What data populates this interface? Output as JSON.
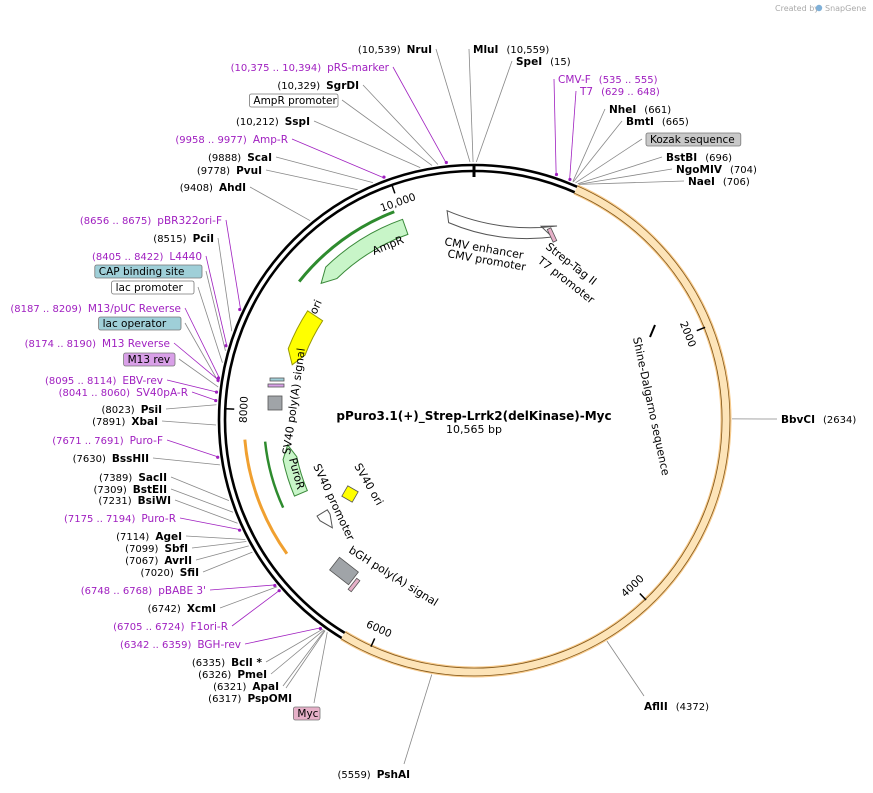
{
  "credit": {
    "prefix": "Created by",
    "brand": "SnapGene"
  },
  "plasmid": {
    "name": "pPuro3.1(+)_Strep-Lrrk2(delKinase)-Myc",
    "length_label": "10,565 bp",
    "length": 10565
  },
  "ticks": [
    "2000",
    "4000",
    "6000",
    "8000",
    "10,000"
  ],
  "colors": {
    "backbone": "#000000",
    "orf_fill": "#fde4b8",
    "orf_stroke": "#f0a030",
    "primer": "#a020c0",
    "ampr": "#c8f5c8",
    "ori": "#ffff00",
    "signal": "#a0a4a8",
    "box_teal": "#9fcfd8",
    "box_gray": "#c8c8c8",
    "box_pink": "#e6b0c8",
    "box_violet": "#d9a0e8"
  },
  "left_labels": [
    {
      "coord": "(10,539)",
      "name": "NruI",
      "kind": "enzyme"
    },
    {
      "coord": "(10,375 .. 10,394)",
      "name": "pRS-marker",
      "kind": "primer"
    },
    {
      "coord": "(10,329)",
      "name": "SgrDI",
      "kind": "enzyme"
    },
    {
      "coord": "",
      "name": "AmpR promoter",
      "kind": "box-white"
    },
    {
      "coord": "(10,212)",
      "name": "SspI",
      "kind": "enzyme"
    },
    {
      "coord": "(9958 .. 9977)",
      "name": "Amp-R",
      "kind": "primer"
    },
    {
      "coord": "(9888)",
      "name": "ScaI",
      "kind": "enzyme"
    },
    {
      "coord": "(9778)",
      "name": "PvuI",
      "kind": "enzyme"
    },
    {
      "coord": "(9408)",
      "name": "AhdI",
      "kind": "enzyme"
    },
    {
      "coord": "(8656 .. 8675)",
      "name": "pBR322ori-F",
      "kind": "primer"
    },
    {
      "coord": "(8515)",
      "name": "PciI",
      "kind": "enzyme"
    },
    {
      "coord": "(8405 .. 8422)",
      "name": "L4440",
      "kind": "primer"
    },
    {
      "coord": "",
      "name": "CAP binding site",
      "kind": "box-teal"
    },
    {
      "coord": "",
      "name": "lac promoter",
      "kind": "box-white"
    },
    {
      "coord": "(8187 .. 8209)",
      "name": "M13/pUC Reverse",
      "kind": "primer"
    },
    {
      "coord": "",
      "name": "lac operator",
      "kind": "box-teal"
    },
    {
      "coord": "(8174 .. 8190)",
      "name": "M13 Reverse",
      "kind": "primer"
    },
    {
      "coord": "",
      "name": "M13 rev",
      "kind": "box-violet"
    },
    {
      "coord": "(8095 .. 8114)",
      "name": "EBV-rev",
      "kind": "primer"
    },
    {
      "coord": "(8041 .. 8060)",
      "name": "SV40pA-R",
      "kind": "primer"
    },
    {
      "coord": "(8023)",
      "name": "PsiI",
      "kind": "enzyme"
    },
    {
      "coord": "(7891)",
      "name": "XbaI",
      "kind": "enzyme"
    },
    {
      "coord": "(7671 .. 7691)",
      "name": "Puro-F",
      "kind": "primer"
    },
    {
      "coord": "(7630)",
      "name": "BssHII",
      "kind": "enzyme"
    },
    {
      "coord": "(7389)",
      "name": "SacII",
      "kind": "enzyme"
    },
    {
      "coord": "(7309)",
      "name": "BstEII",
      "kind": "enzyme"
    },
    {
      "coord": "(7231)",
      "name": "BsiWI",
      "kind": "enzyme"
    },
    {
      "coord": "(7175 .. 7194)",
      "name": "Puro-R",
      "kind": "primer"
    },
    {
      "coord": "(7114)",
      "name": "AgeI",
      "kind": "enzyme"
    },
    {
      "coord": "(7099)",
      "name": "SbfI",
      "kind": "enzyme"
    },
    {
      "coord": "(7067)",
      "name": "AvrII",
      "kind": "enzyme"
    },
    {
      "coord": "(7020)",
      "name": "SfiI",
      "kind": "enzyme"
    },
    {
      "coord": "(6748 .. 6768)",
      "name": "pBABE 3'",
      "kind": "primer"
    },
    {
      "coord": "(6742)",
      "name": "XcmI",
      "kind": "enzyme"
    },
    {
      "coord": "(6705 .. 6724)",
      "name": "F1ori-R",
      "kind": "primer"
    },
    {
      "coord": "(6342 .. 6359)",
      "name": "BGH-rev",
      "kind": "primer"
    },
    {
      "coord": "(6335)",
      "name": "BclI *",
      "kind": "enzyme"
    },
    {
      "coord": "(6326)",
      "name": "PmeI",
      "kind": "enzyme"
    },
    {
      "coord": "(6321)",
      "name": "ApaI",
      "kind": "enzyme"
    },
    {
      "coord": "(6317)",
      "name": "PspOMI",
      "kind": "enzyme"
    },
    {
      "coord": "",
      "name": "Myc",
      "kind": "box-pink"
    },
    {
      "coord": "(5559)",
      "name": "PshAI",
      "kind": "enzyme"
    }
  ],
  "right_labels": [
    {
      "coord": "(10,559)",
      "name": "MluI",
      "kind": "enzyme"
    },
    {
      "coord": "(15)",
      "name": "SpeI",
      "kind": "enzyme"
    },
    {
      "coord": "(535 .. 555)",
      "name": "CMV-F",
      "kind": "primer"
    },
    {
      "coord": "(629 .. 648)",
      "name": "T7",
      "kind": "primer"
    },
    {
      "coord": "(661)",
      "name": "NheI",
      "kind": "enzyme"
    },
    {
      "coord": "(665)",
      "name": "BmtI",
      "kind": "enzyme"
    },
    {
      "coord": "",
      "name": "Kozak sequence",
      "kind": "box-gray"
    },
    {
      "coord": "(696)",
      "name": "BstBI",
      "kind": "enzyme"
    },
    {
      "coord": "(704)",
      "name": "NgoMIV",
      "kind": "enzyme"
    },
    {
      "coord": "(706)",
      "name": "NaeI",
      "kind": "enzyme"
    },
    {
      "coord": "(2634)",
      "name": "BbvCI",
      "kind": "enzyme"
    },
    {
      "coord": "(4372)",
      "name": "AflII",
      "kind": "enzyme"
    }
  ],
  "features": [
    {
      "name": "CMV enhancer"
    },
    {
      "name": "CMV promoter"
    },
    {
      "name": "Strep-Tag II"
    },
    {
      "name": "T7 promoter"
    },
    {
      "name": "Shine-Dalgarno sequence"
    },
    {
      "name": "AmpR"
    },
    {
      "name": "ori"
    },
    {
      "name": "SV40 poly(A) signal"
    },
    {
      "name": "PuroR"
    },
    {
      "name": "SV40 promoter"
    },
    {
      "name": "SV40 ori"
    },
    {
      "name": "bGH poly(A) signal"
    }
  ]
}
